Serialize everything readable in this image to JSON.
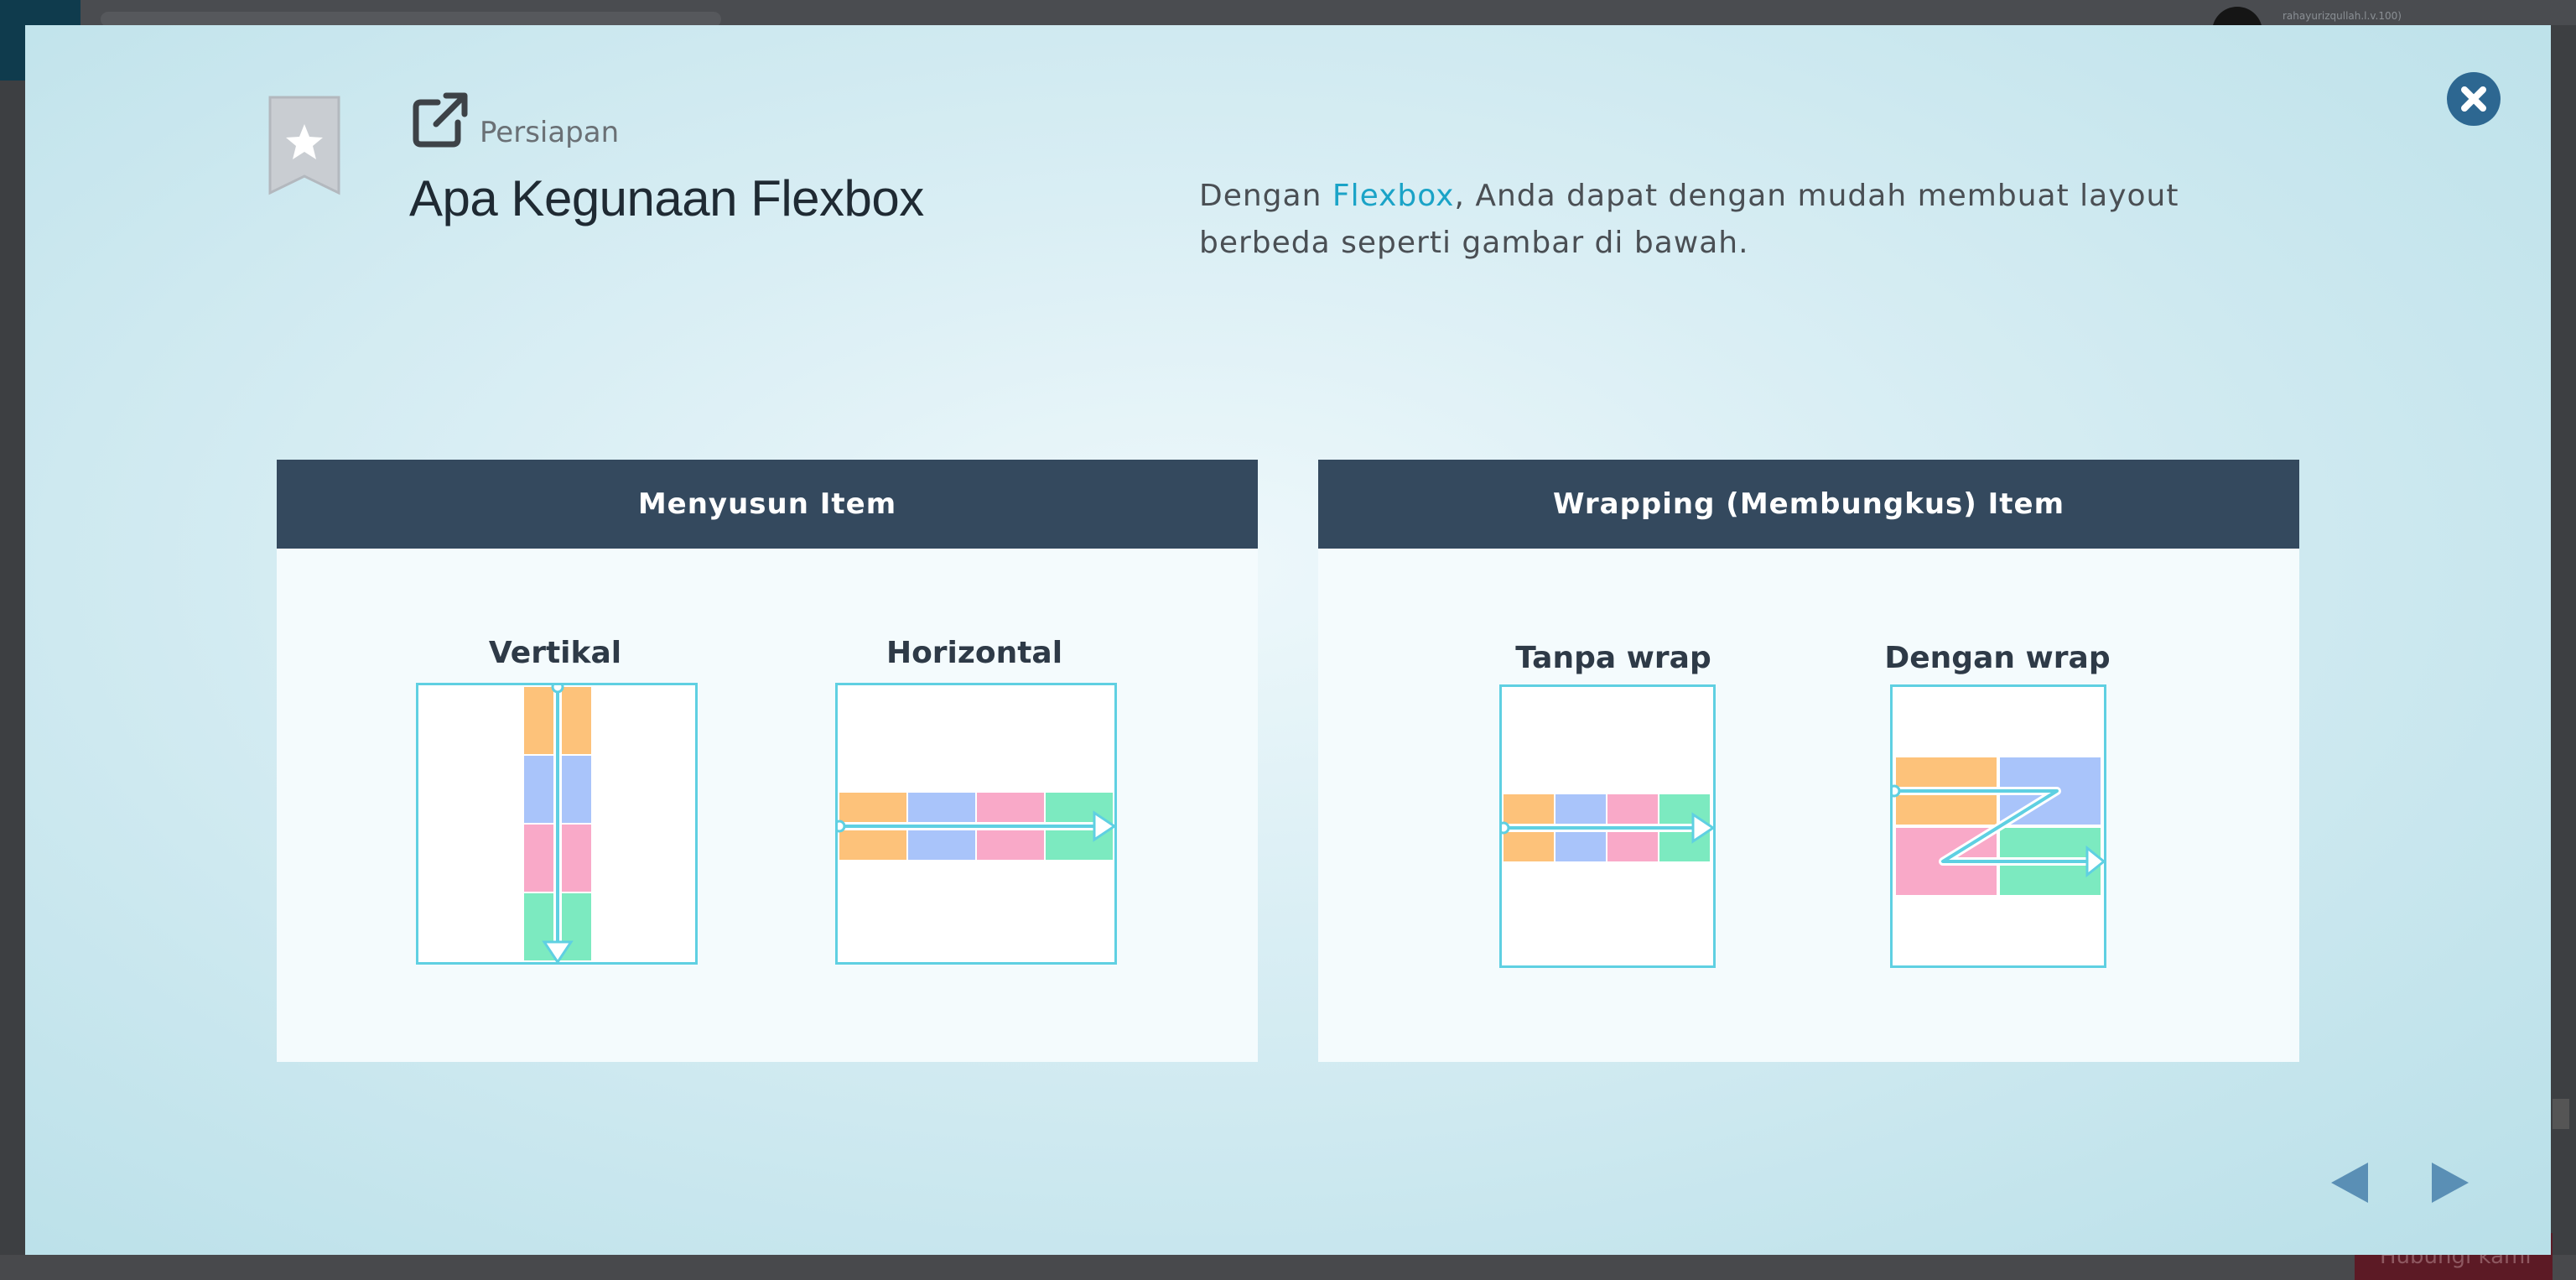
{
  "background_page": {
    "username": "rahayurizqullah.l.v.100)",
    "bottom_button_label": "Hubungi kami"
  },
  "header": {
    "category": "Persiapan",
    "title": "Apa Kegunaan Flexbox",
    "description_prefix": "Dengan ",
    "description_highlight": "Flexbox",
    "description_suffix": ", Anda dapat dengan mudah membuat layout berbeda seperti gambar di bawah."
  },
  "panels": [
    {
      "title": "Menyusun Item",
      "examples": [
        {
          "label": "Vertikal"
        },
        {
          "label": "Horizontal"
        }
      ]
    },
    {
      "title": "Wrapping (Membungkus) Item",
      "examples": [
        {
          "label": "Tanpa wrap"
        },
        {
          "label": "Dengan wrap"
        }
      ]
    }
  ],
  "icons": {
    "bookmark": "star-bookmark-icon",
    "link": "external-link-icon",
    "close": "close-circle-icon",
    "prev": "triangle-left-icon",
    "next": "triangle-right-icon"
  },
  "colors": {
    "panel_header": "#34495e",
    "diagram_border": "#5fd0e2",
    "item_orange": "#fdc27a",
    "item_blue": "#a9c4fa",
    "item_pink": "#f9a9c8",
    "item_green": "#7ceac0",
    "highlight": "#1aa3c7",
    "close_button": "#2d6791"
  }
}
